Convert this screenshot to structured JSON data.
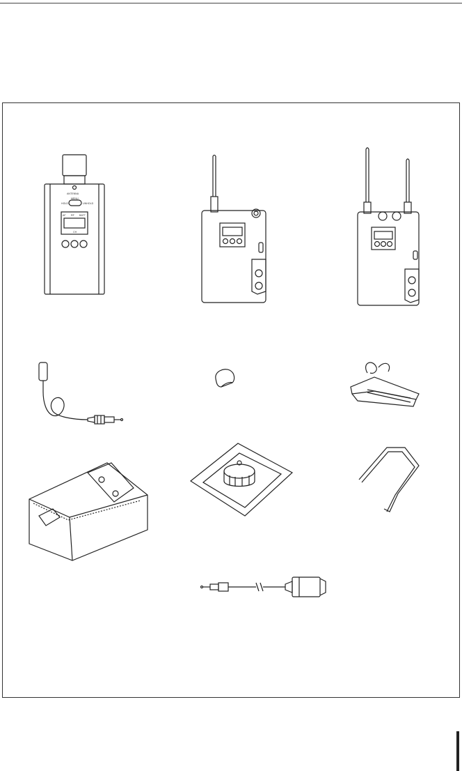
{
  "page": {
    "items": [
      {
        "id": "plug-on-transmitter",
        "labels": [
          "ANTENNA",
          "MENU",
          "HOLD",
          "UNHOLD",
          "AF",
          "RF",
          "BATT",
          "CH"
        ]
      },
      {
        "id": "bodypack-transmitter"
      },
      {
        "id": "portable-receiver"
      },
      {
        "id": "lavalier-microphone"
      },
      {
        "id": "windscreen"
      },
      {
        "id": "microphone-clip"
      },
      {
        "id": "carrying-pouch"
      },
      {
        "id": "shoe-adaptor"
      },
      {
        "id": "belt-clip"
      },
      {
        "id": "xlr-output-cable"
      }
    ],
    "line_color": "#222222",
    "tab_color": "#222222"
  }
}
